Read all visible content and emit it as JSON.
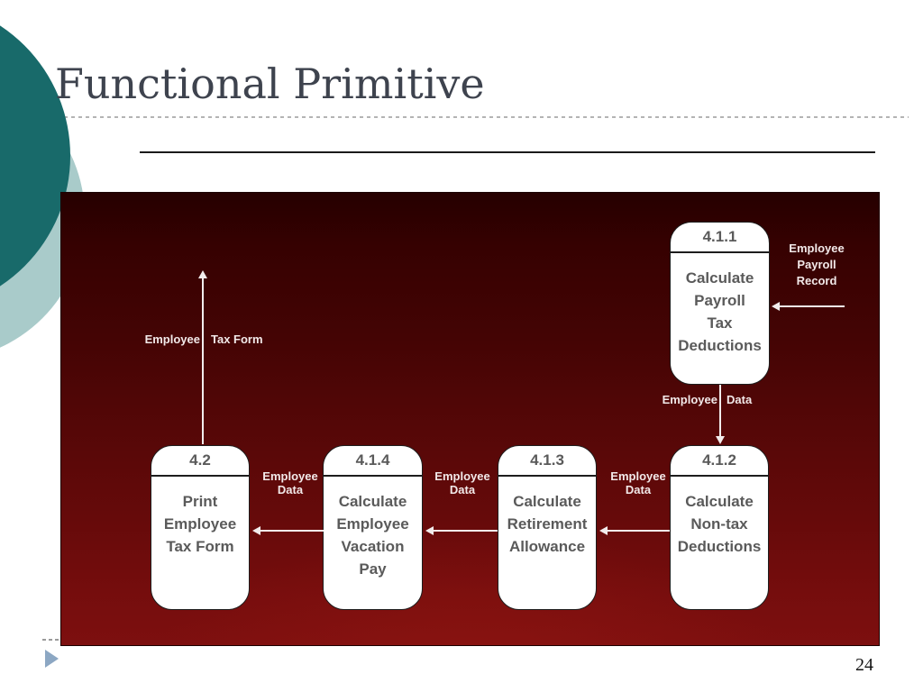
{
  "slide": {
    "title": "Functional Primitive",
    "page_number": "24"
  },
  "diagram": {
    "boxes": [
      {
        "number": "4.1.1",
        "lines": [
          "Calculate",
          "Payroll",
          "Tax",
          "Deductions"
        ]
      },
      {
        "number": "4.2",
        "lines": [
          "Print",
          "Employee",
          "Tax Form"
        ]
      },
      {
        "number": "4.1.4",
        "lines": [
          "Calculate",
          "Employee",
          "Vacation",
          "Pay"
        ]
      },
      {
        "number": "4.1.3",
        "lines": [
          "Calculate",
          "Retirement",
          "Allowance"
        ]
      },
      {
        "number": "4.1.2",
        "lines": [
          "Calculate",
          "Non-tax",
          "Deductions"
        ]
      }
    ],
    "flows": {
      "employee_payroll_record": {
        "line1": "Employee",
        "line2": "Payroll",
        "line3": "Record"
      },
      "employee_data_vertical": {
        "left": "Employee",
        "right": "Data"
      },
      "employee_tax_form": {
        "left": "Employee",
        "right": "Tax Form"
      },
      "employee_data_1": {
        "line1": "Employee",
        "line2": "Data"
      },
      "employee_data_2": {
        "line1": "Employee",
        "line2": "Data"
      },
      "employee_data_3": {
        "line1": "Employee",
        "line2": "Data"
      }
    }
  },
  "colors": {
    "board_top": "#260000",
    "board_bottom": "#7d0f0f",
    "circle_dark": "#186a6a",
    "circle_light": "#a9cbca",
    "flow_label_text": "#f2e9e9",
    "box_text": "#5a5a5a",
    "title_text": "#3e434e",
    "play_triangle": "#8ca7c3"
  }
}
